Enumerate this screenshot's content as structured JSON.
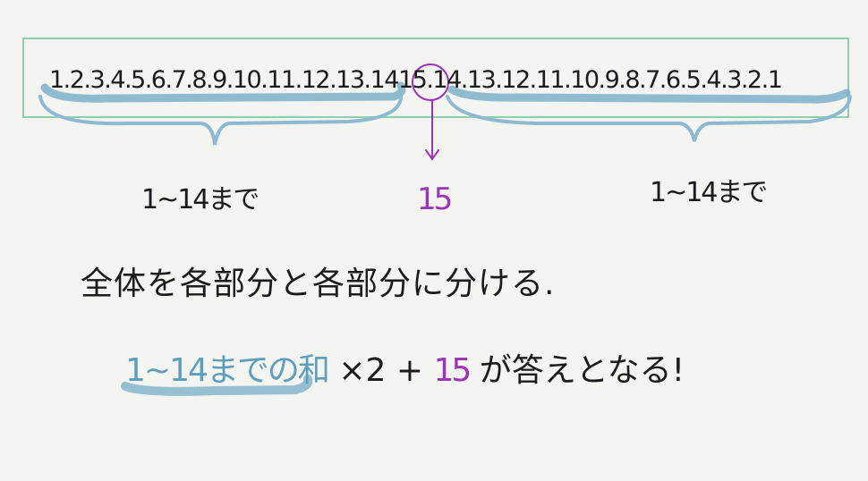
{
  "sequence": {
    "left_part": "1.2.3.4.5.6.7.8.9.10.11.12.13.14",
    "center": "15",
    "right_part": ".14.13.12.11.10.9.8.7.6.5.4.3.2.1"
  },
  "labels": {
    "left": "1~14まで",
    "middle": "15",
    "right": "1~14まで"
  },
  "explanation": {
    "line1": "全体を各部分と各部分に分ける.",
    "line2_sum": "1~14までの和",
    "line2_times": "×2 +",
    "line2_fifteen": "15",
    "line2_end": "が答えとなる!"
  },
  "colors": {
    "frame": "#8fcfae",
    "highlight": "#6ea8c4",
    "brace": "#8dbad2",
    "accent": "#9b34b6",
    "ink": "#1c1c1c"
  }
}
